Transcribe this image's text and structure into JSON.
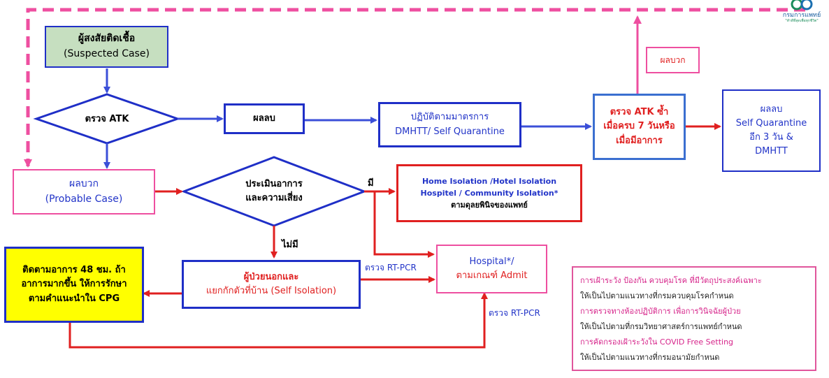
{
  "colors": {
    "blue_border": "#1f2fc7",
    "blue_arrow": "#3b4fd8",
    "red": "#e02020",
    "pink": "#ee4fa0",
    "green_fill": "#c6dfc0",
    "yellow_fill": "#ffff00",
    "red_text": "#e02020",
    "blue_text": "#2234c8"
  },
  "nodes": {
    "suspected": {
      "line1": "ผู้สงสัยติดเชื้อ",
      "line2": "(Suspected Case)"
    },
    "atk_test": {
      "label": "ตรวจ ATK"
    },
    "negative": {
      "label": "ผลลบ"
    },
    "quarantine": {
      "line1": "ปฏิบัติตามมาตรการ",
      "line2": "DMHTT/ Self Quarantine"
    },
    "retest": {
      "line1": "ตรวจ ATK ซ้ำ",
      "line2": "เมื่อครบ 7 วันหรือ",
      "line3": "เมื่อมีอาการ"
    },
    "positive_flag": {
      "label": "ผลบวก"
    },
    "negative_final": {
      "line1": "ผลลบ",
      "line2": "Self Quarantine",
      "line3": "อีก 3 วัน &",
      "line4": "DMHTT"
    },
    "probable": {
      "line1": "ผลบวก",
      "line2": "(Probable Case)"
    },
    "assess": {
      "line1": "ประเมินอาการ",
      "line2": "และความเสี่ยง"
    },
    "isolation": {
      "line1": "Home Isolation /Hotel Isolation",
      "line2": "Hospitel / Community Isolation*",
      "line3": "ตามดุลยพินิจของแพทย์"
    },
    "outpatient": {
      "line1": "ผู้ป่วยนอกและ",
      "line2": "แยกกักตัวที่บ้าน (Self Isolation)"
    },
    "hospital": {
      "line1": "Hospital*/",
      "line2": "ตามเกณฑ์ Admit"
    },
    "followup": {
      "line1": "ติดตามอาการ 48 ชม. ถ้า",
      "line2": "อาการมากขึ้น ให้การรักษา",
      "line3": "ตามคำแนะนำใน CPG"
    }
  },
  "edge_labels": {
    "yes": "มี",
    "no": "ไม่มี",
    "rtpcr_1": "ตรวจ RT-PCR",
    "rtpcr_2": "ตรวจ RT-PCR"
  },
  "notes": [
    {
      "a": "การเฝ้าระวัง ป้องกัน ควบคุมโรค ",
      "b": "ที่มีวัตถุประสงค์เฉพาะ"
    },
    {
      "a": "",
      "b": "ให้เป็นไปตามแนวทางที่กรมควบคุมโรคกำหนด"
    },
    {
      "a": "การตรวจทางห้องปฏิบัติการ ",
      "b": "เพื่อการวินิจฉัยผู้ป่วย"
    },
    {
      "a": "",
      "b": "ให้เป็นไปตามที่กรมวิทยาศาสตร์การแพทย์กำหนด"
    },
    {
      "a": "การคัดกรองเฝ้าระวังใน COVID Free Setting",
      "b": ""
    },
    {
      "a": "",
      "b": "ให้เป็นไปตามแนวทางที่กรมอนามัยกำหนด"
    }
  ],
  "logo": {
    "name": "กรมการแพทย์",
    "tagline": "\"ทำดีที่สุดเพื่อทุกชีวิต\""
  }
}
